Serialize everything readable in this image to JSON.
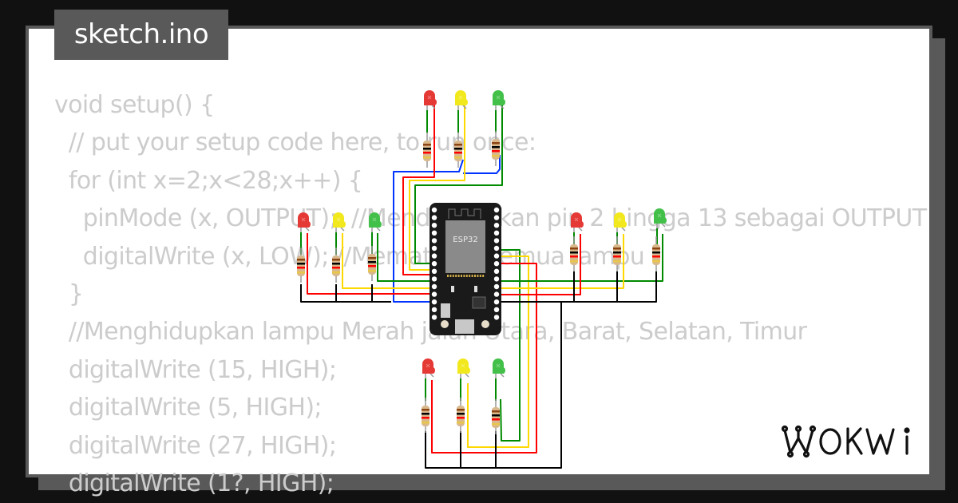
{
  "title_tab": {
    "label": "sketch.ino"
  },
  "code": {
    "lines": [
      "void setup() {",
      "  // put your setup code here, to run once:",
      "  for (int x=2;x<28;x++) {",
      "    pinMode (x, OUTPUT);  //Mendefinisikan pin 2 hingga 13 sebagai OUTPUT",
      "    digitalWrite (x, LOW); //Mematikan semua lampu",
      "  }",
      "  //Menghidupkan lampu Merah jalan Utara, Barat, Selatan, Timur",
      "  digitalWrite (15, HIGH);",
      "  digitalWrite (5, HIGH);",
      "  digitalWrite (27, HIGH);",
      "  digitalWrite (1?, HIGH);"
    ]
  },
  "board": {
    "label": "ESP32"
  },
  "led_groups": [
    {
      "position": "top",
      "leds": [
        "red",
        "yellow",
        "green"
      ]
    },
    {
      "position": "left",
      "leds": [
        "red",
        "yellow",
        "green"
      ]
    },
    {
      "position": "right",
      "leds": [
        "red",
        "yellow",
        "green"
      ]
    },
    {
      "position": "bottom",
      "leds": [
        "red",
        "yellow",
        "green"
      ]
    }
  ],
  "colors": {
    "led_red": "#e53935",
    "led_yellow": "#f2e81e",
    "led_green": "#43c04a",
    "wire_red": "#ff0000",
    "wire_yellow": "#ffd800",
    "wire_green": "#008a00",
    "wire_blue": "#0033ff",
    "wire_black": "#000000",
    "code_text": "#cccccc",
    "frame": "#595959",
    "background": "#111111"
  },
  "logo": {
    "text": "WOKWi"
  }
}
